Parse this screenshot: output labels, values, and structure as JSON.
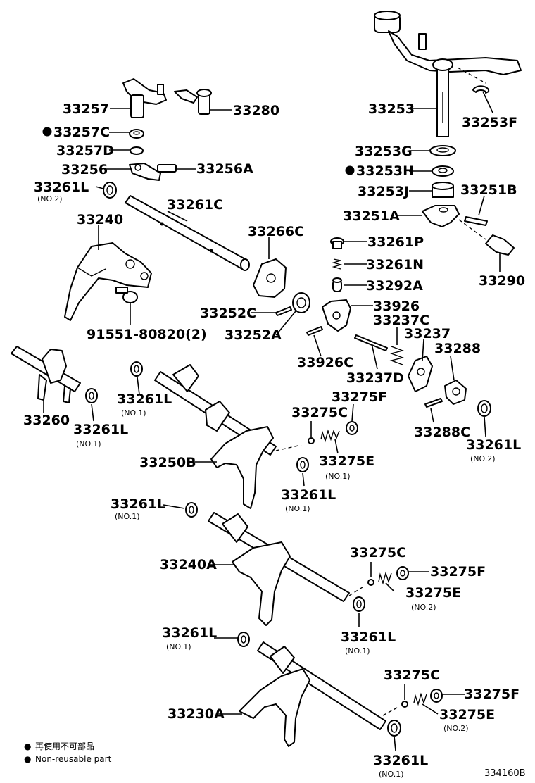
{
  "reference_number": "334160B",
  "legend": {
    "bullet": "●",
    "jp": "再使用不可部品",
    "en": "Non-reusable part"
  },
  "labels": {
    "p33253": "33253",
    "p33253F": "33253F",
    "p33257": "33257",
    "p33280": "33280",
    "p33257C": "33257C",
    "p33257D": "33257D",
    "p33256": "33256",
    "p33256A": "33256A",
    "p33261L_a": "33261L",
    "no2_a": "(NO.2)",
    "p33261C": "33261C",
    "p33240": "33240",
    "p33266C": "33266C",
    "p33253G": "33253G",
    "p33253H": "33253H",
    "p33253J": "33253J",
    "p33251B": "33251B",
    "p33251A": "33251A",
    "p33290": "33290",
    "p33261P": "33261P",
    "p33261N": "33261N",
    "p33292A": "33292A",
    "p33926": "33926",
    "p33252C": "33252C",
    "p33252A": "33252A",
    "p33237C": "33237C",
    "p33237": "33237",
    "p33288": "33288",
    "p91551": "91551-80820(2)",
    "p33926C": "33926C",
    "p33237D": "33237D",
    "p33260": "33260",
    "p33261L_b": "33261L",
    "no1_b": "(NO.1)",
    "p33261L_c": "33261L",
    "no1_c": "(NO.1)",
    "p33275F_a": "33275F",
    "p33275C_a": "33275C",
    "p33288C": "33288C",
    "p33261L_d": "33261L",
    "no2_d": "(NO.2)",
    "p33250B": "33250B",
    "p33275E_a": "33275E",
    "no1_e": "(NO.1)",
    "p33261L_f": "33261L",
    "no1_f": "(NO.1)",
    "p33261L_g": "33261L",
    "no1_g": "(NO.1)",
    "p33275C_b": "33275C",
    "p33240A": "33240A",
    "p33275F_b": "33275F",
    "p33275E_b": "33275E",
    "no2_h": "(NO.2)",
    "p33261L_i": "33261L",
    "no1_i": "(NO.1)",
    "p33261L_j": "33261L",
    "no1_j": "(NO.1)",
    "p33275C_c": "33275C",
    "p33275F_c": "33275F",
    "p33230A": "33230A",
    "p33275E_c": "33275E",
    "no2_k": "(NO.2)",
    "p33261L_l": "33261L",
    "no1_l": "(NO.1)"
  }
}
